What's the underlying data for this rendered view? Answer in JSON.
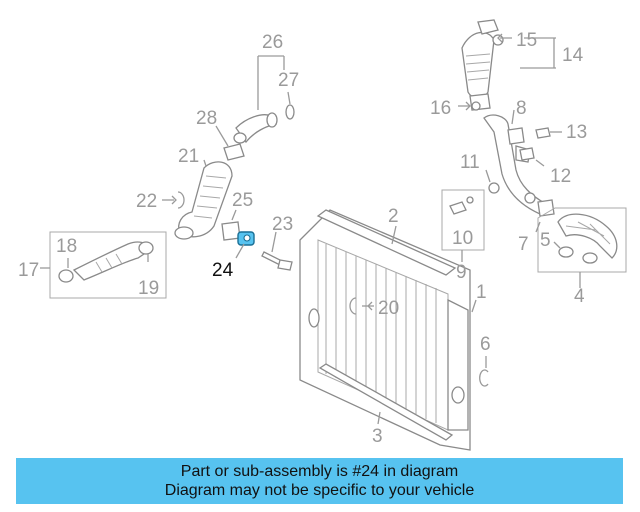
{
  "callouts": {
    "c1": "1",
    "c2": "2",
    "c3": "3",
    "c4": "4",
    "c5": "5",
    "c6": "6",
    "c7": "7",
    "c8": "8",
    "c9": "9",
    "c10": "10",
    "c11": "11",
    "c12": "12",
    "c13": "13",
    "c14": "14",
    "c15": "15",
    "c16": "16",
    "c17": "17",
    "c18": "18",
    "c19": "19",
    "c20": "20",
    "c21": "21",
    "c22": "22",
    "c23": "23",
    "c24": "24",
    "c25": "25",
    "c26": "26",
    "c27": "27",
    "c28": "28"
  },
  "highlight": {
    "part_number": "24",
    "color": "#57c3f0"
  },
  "banner": {
    "line1": "Part or sub-assembly is #24 in diagram",
    "line2": "Diagram may not be specific to your vehicle",
    "background": "#57c3f0"
  }
}
